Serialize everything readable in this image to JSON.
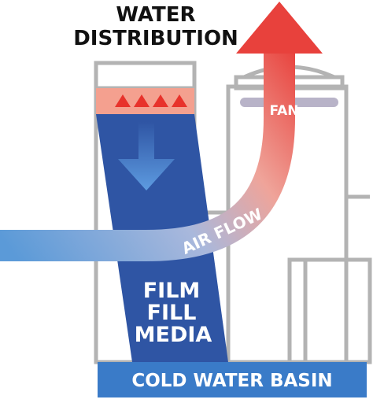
{
  "labels": {
    "title_line1": "WATER",
    "title_line2": "DISTRIBUTION",
    "fan": "FAN",
    "air_flow": "AIR FLOW",
    "media_line1": "FILM",
    "media_line2": "FILL",
    "media_line3": "MEDIA",
    "basin": "COLD WATER BASIN"
  },
  "colors": {
    "structure_outline": "#b3b3b3",
    "water_distribution": "#f4a08f",
    "spray_triangles": "#e8322b",
    "fill_media": "#2f55a4",
    "water_arrow": "#4f8fd6",
    "air_flow_start": "#5b9ad8",
    "air_flow_end": "#e8413c",
    "basin": "#3a7bc8",
    "fan_bar": "#b8b3c8",
    "text_dark": "#111111",
    "text_light": "#ffffff"
  }
}
